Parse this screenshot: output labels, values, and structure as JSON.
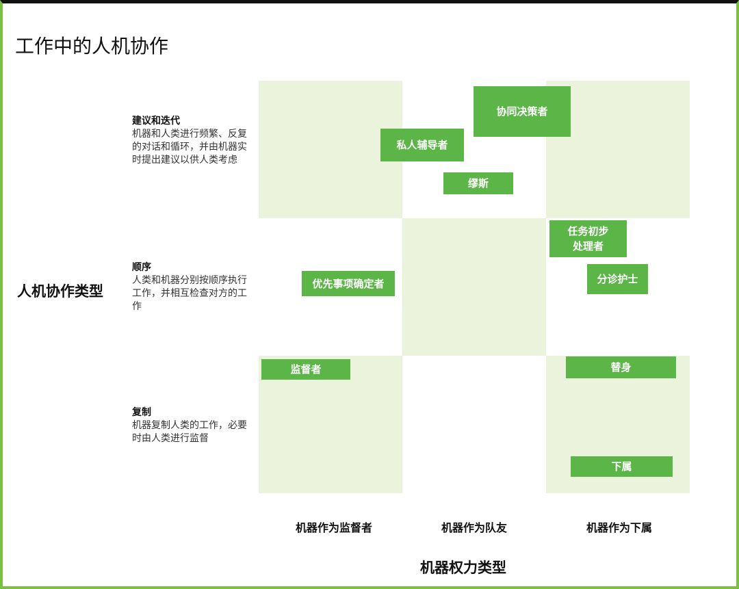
{
  "title": "工作中的人机协作",
  "y_axis_label": "人机协作类型",
  "x_axis_label": "机器权力类型",
  "rows": [
    {
      "name": "建议和迭代",
      "desc": "机器和人类进行频繁、反复的对话和循环，并由机器实时提出建议以供人类考虑"
    },
    {
      "name": "顺序",
      "desc": "人类和机器分别按顺序执行工作，并相互检查对方的工作"
    },
    {
      "name": "复制",
      "desc": "机器复制人类的工作，必要时由人类进行监督"
    }
  ],
  "columns": [
    "机器作为监督者",
    "机器作为队友",
    "机器作为下属"
  ],
  "roles": {
    "co_decider": "协同决策者",
    "tutor": "私人辅导者",
    "muse": "缪斯",
    "task_processor_1": "任务初步",
    "task_processor_2": "处理者",
    "triage_nurse": "分诊护士",
    "prioritizer": "优先事项确定者",
    "supervisor": "监督者",
    "stand_in": "替身",
    "subordinate": "下属"
  },
  "colors": {
    "box": "#5cb547",
    "cell": "#ebf3dd",
    "border": "#7ac143"
  }
}
